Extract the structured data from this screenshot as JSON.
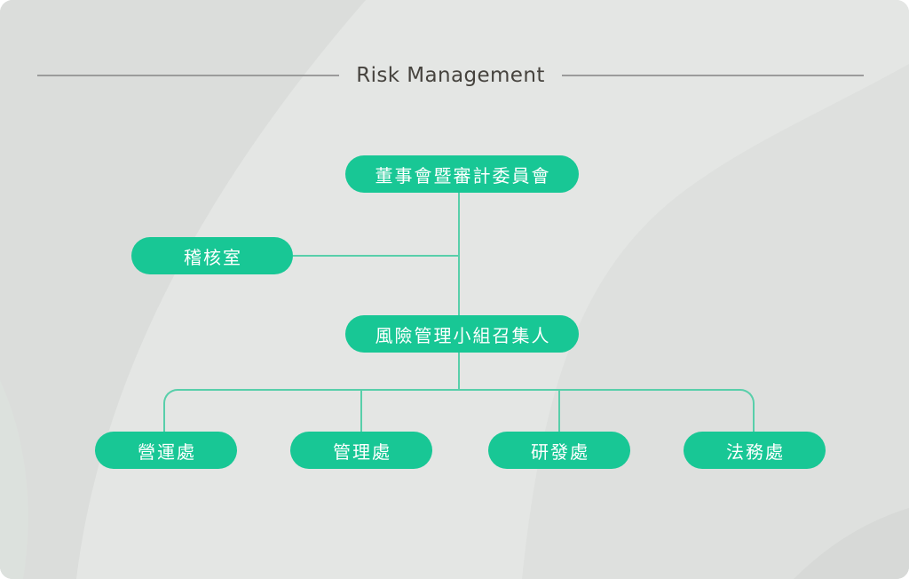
{
  "header": {
    "title": "Risk Management"
  },
  "org_chart": {
    "root": {
      "label": "董事會暨審計委員會"
    },
    "staff_unit": {
      "label": "稽核室"
    },
    "convener": {
      "label": "風險管理小組召集人"
    },
    "divisions": [
      {
        "label": "營運處"
      },
      {
        "label": "管理處"
      },
      {
        "label": "研發處"
      },
      {
        "label": "法務處"
      }
    ]
  },
  "colors": {
    "node_fill": "#18c795",
    "connector_line": "#58cfaa",
    "node_text": "#ffffff",
    "title_text": "#46433e",
    "title_rule": "#9b9b9b",
    "card_background": "#e4e6e4"
  }
}
